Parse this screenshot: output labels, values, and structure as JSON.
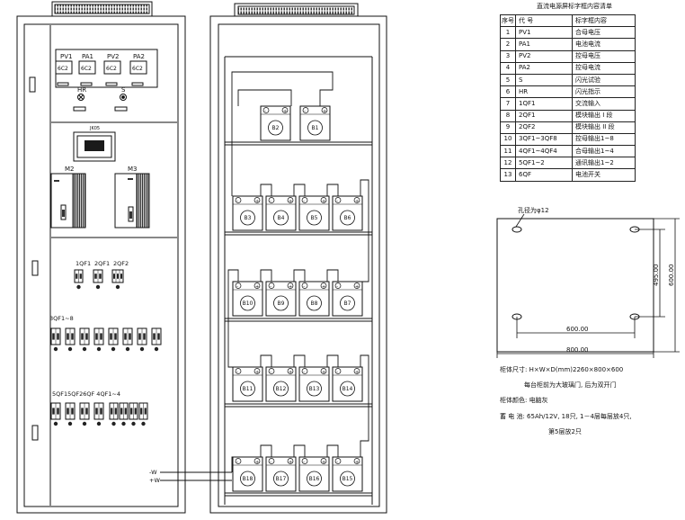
{
  "front_panel": {
    "meters": [
      {
        "label": "PV1",
        "face": "6C2"
      },
      {
        "label": "PA1",
        "face": "6C2"
      },
      {
        "label": "PV2",
        "face": "6C2"
      },
      {
        "label": "PA2",
        "face": "6C2"
      }
    ],
    "lamp_hr": "HR",
    "lamp_s": "S",
    "controller_label": "JK05",
    "modules": [
      "M2",
      "M3"
    ],
    "breaker_group_1_labels": [
      "1QF1",
      "2QF1",
      "2QF2"
    ],
    "breaker_group_2_label": "3QF1~8",
    "breaker_group_3_label": "5QF15QF26QF  4QF1~4",
    "terminal_neg": "-W",
    "terminal_pos": "+W"
  },
  "battery_rack": {
    "row1": [
      "B2",
      "B1"
    ],
    "row2": [
      "B3",
      "B4",
      "B5",
      "B6"
    ],
    "row3": [
      "B10",
      "B9",
      "B8",
      "B7"
    ],
    "row4": [
      "B11",
      "B12",
      "B13",
      "B14"
    ],
    "row5": [
      "B18",
      "B17",
      "B16",
      "B15"
    ],
    "polarity": [
      "-",
      "+"
    ]
  },
  "table": {
    "title": "直流电源屏标字框内容清单",
    "headers": [
      "序号",
      "代  号",
      "标字框内容"
    ],
    "rows": [
      [
        "1",
        "PV1",
        "合母电压"
      ],
      [
        "2",
        "PA1",
        "电池电流"
      ],
      [
        "3",
        "PV2",
        "控母电压"
      ],
      [
        "4",
        "PA2",
        "控母电流"
      ],
      [
        "5",
        "S",
        "闪光试验"
      ],
      [
        "6",
        "HR",
        "闪光指示"
      ],
      [
        "7",
        "1QF1",
        "交流输入"
      ],
      [
        "8",
        "2QF1",
        "模块输出 I 段"
      ],
      [
        "9",
        "2QF2",
        "模块输出 II 段"
      ],
      [
        "10",
        "3QF1~3QF8",
        "控母输出1~8"
      ],
      [
        "11",
        "4QF1~4QF4",
        "合母输出1~4"
      ],
      [
        "12",
        "5QF1~2",
        "通讯输出1~2"
      ],
      [
        "13",
        "6QF",
        "电池开关"
      ]
    ]
  },
  "mounting": {
    "hole_label": "孔径为φ12",
    "dim_width_inner": "600.00",
    "dim_width_outer": "800.00",
    "dim_depth_inner": "495.00",
    "dim_depth_outer": "600.00"
  },
  "notes": {
    "size": "柜体尺寸:  H×W×D(mm)2260×800×600",
    "doors": "每台柜前为大玻璃门,  后为双开门",
    "color": "柜体颜色:  电脑灰",
    "battery": "蓄 电 池:  65Ah/12V,  18只,  1－4层每层放4只,",
    "battery_2": "第5层放2只"
  }
}
